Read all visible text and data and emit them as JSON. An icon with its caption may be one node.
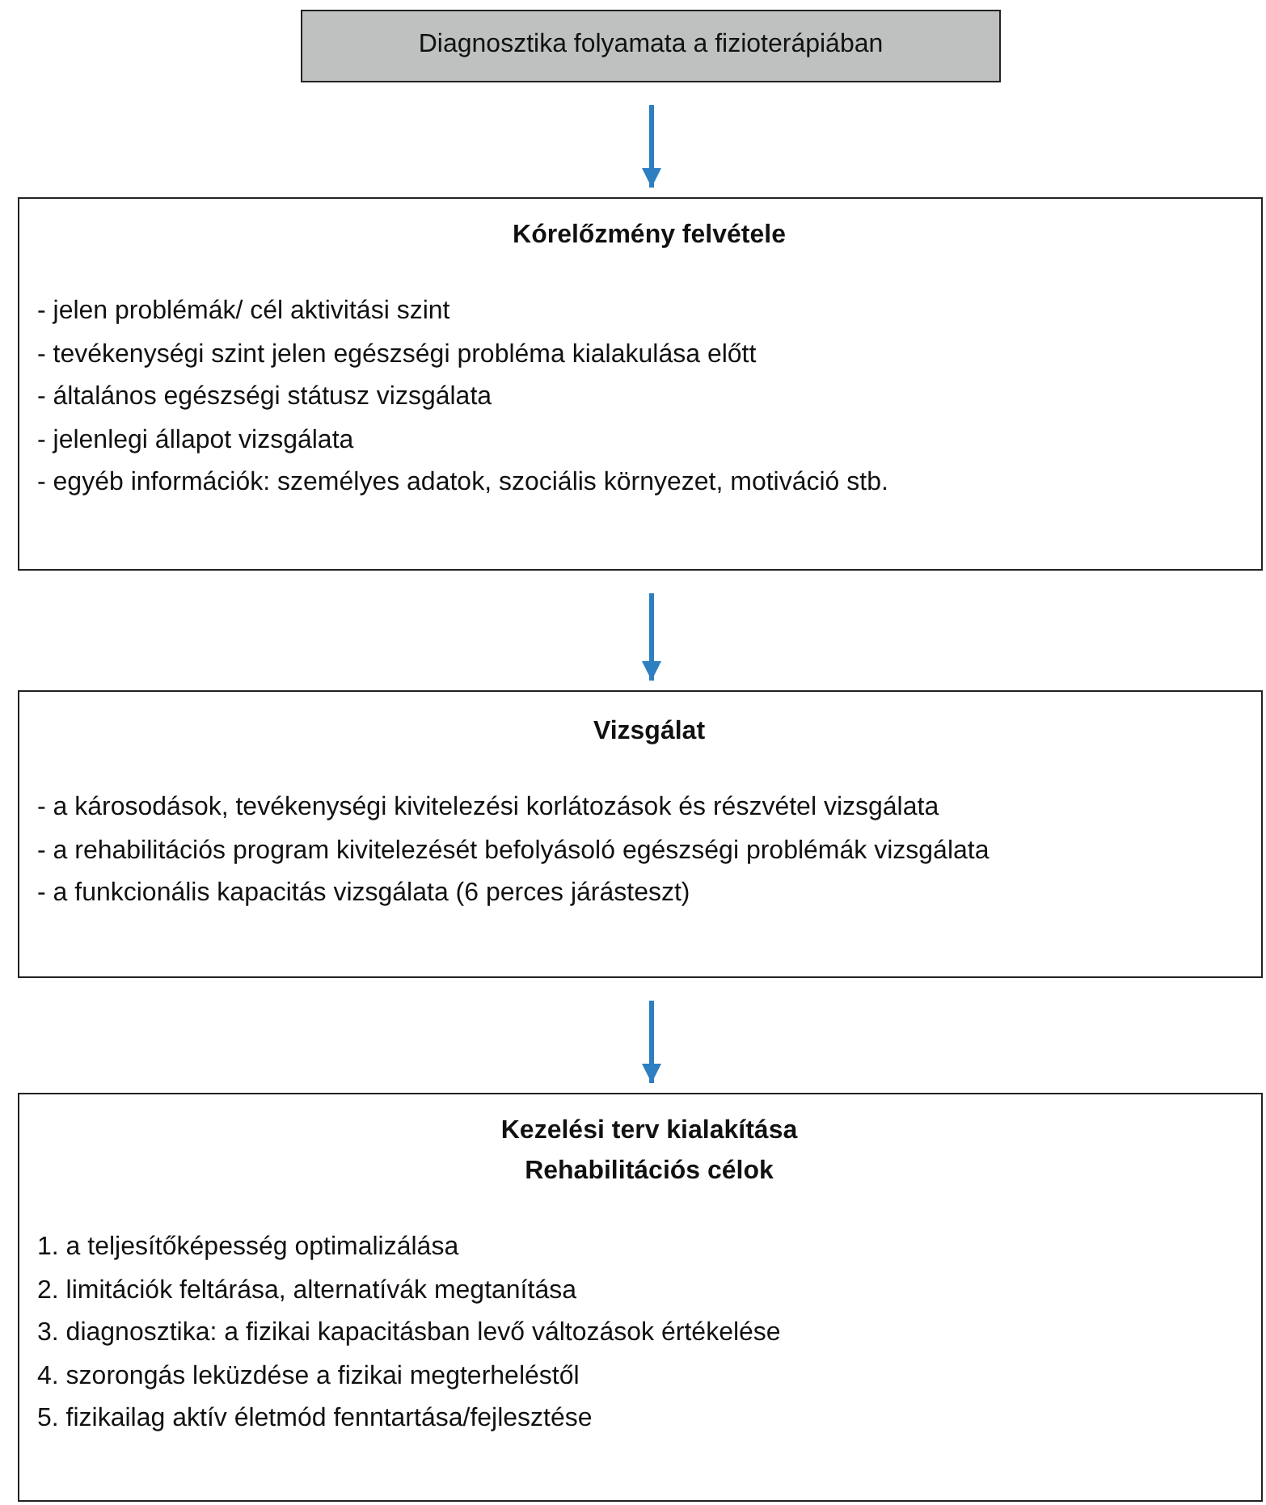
{
  "diagram": {
    "nodes": [
      {
        "text": [
          "Diagnosztika folyamata a fizioterápiában"
        ]
      },
      {
        "text": [
          "Kórelőzmény felvétele",
          "- jelen problémák/ cél aktivitási szint",
          "- tevékenységi szint jelen egészségi probléma kialakulása előtt",
          "- általános egészségi státusz vizsgálata",
          "- jelenlegi állapot vizsgálata",
          "- egyéb információk: személyes adatok, szociális környezet, motiváció stb."
        ]
      },
      {
        "text": [
          "Vizsgálat",
          "- a károsodások, tevékenységi kivitelezési korlátozások és részvétel vizsgálata",
          "- a rehabilitációs program kivitelezését befolyásoló egészségi problémák vizsgálata",
          "- a funkcionális kapacitás vizsgálata (6 perces járásteszt)"
        ]
      },
      {
        "text": [
          "Kezelési terv kialakítása",
          "Rehabilitációs célok",
          "1. a teljesítőképesség optimalizálása",
          "2. limitációk feltárása, alternatívák megtanítása",
          "3. diagnosztika: a fizikai kapacitásban levő változások értékelése",
          "4. szorongás leküzdése a fizikai megterheléstől",
          "5. fizikailag aktív életmód fenntartása/fejlesztése"
        ]
      }
    ],
    "edges": [
      {
        "from": 0,
        "to": 1,
        "arrow": "to"
      },
      {
        "from": 1,
        "to": 2,
        "arrow": "to"
      },
      {
        "from": 2,
        "to": 3,
        "arrow": "to"
      }
    ]
  }
}
